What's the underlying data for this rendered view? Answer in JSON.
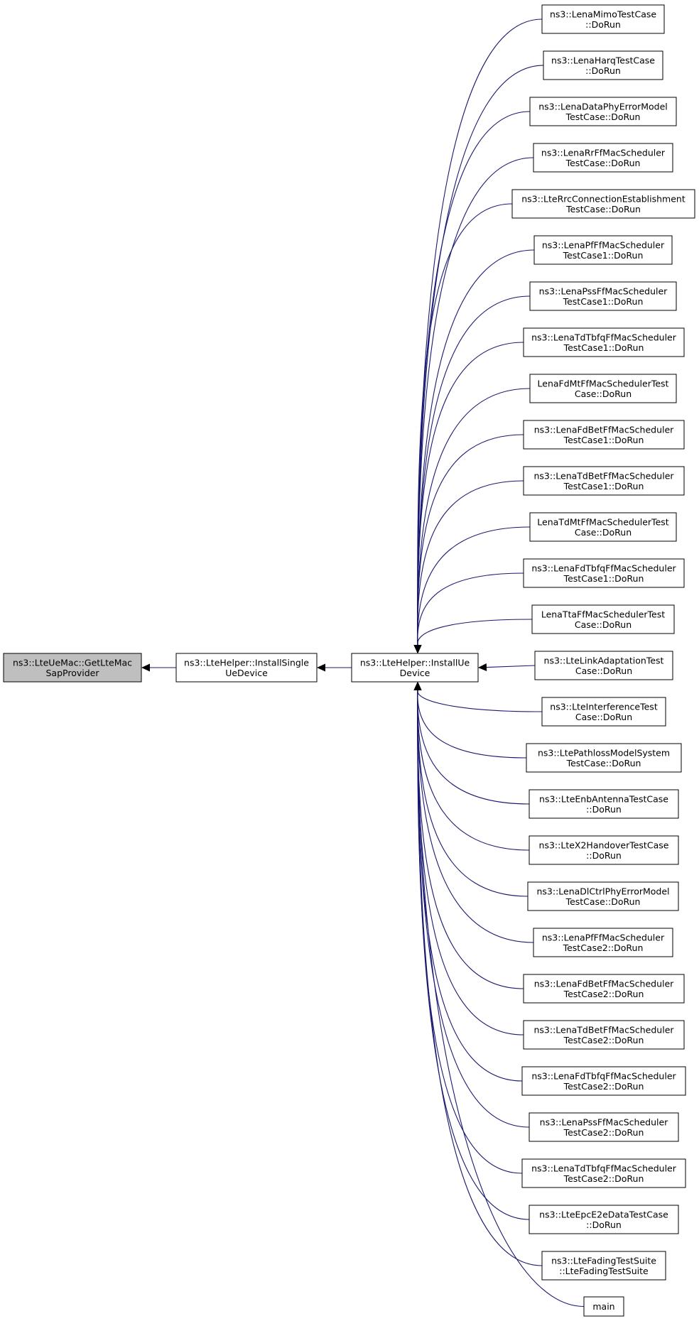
{
  "colors": {
    "edge": "#191970",
    "focus_fill": "#bfbfbf",
    "node_fill": "#ffffff",
    "node_border": "#000000"
  },
  "nodes": {
    "focus": [
      "ns3::LteUeMac::GetLteMac",
      "SapProvider"
    ],
    "install_single": [
      "ns3::LteHelper::InstallSingle",
      "UeDevice"
    ],
    "install_ue": [
      "ns3::LteHelper::InstallUe",
      "Device"
    ]
  },
  "callers": [
    [
      "ns3::LenaMimoTestCase",
      "::DoRun"
    ],
    [
      "ns3::LenaHarqTestCase",
      "::DoRun"
    ],
    [
      "ns3::LenaDataPhyErrorModel",
      "TestCase::DoRun"
    ],
    [
      "ns3::LenaRrFfMacScheduler",
      "TestCase::DoRun"
    ],
    [
      "ns3::LteRrcConnectionEstablishment",
      "TestCase::DoRun"
    ],
    [
      "ns3::LenaPfFfMacScheduler",
      "TestCase1::DoRun"
    ],
    [
      "ns3::LenaPssFfMacScheduler",
      "TestCase1::DoRun"
    ],
    [
      "ns3::LenaTdTbfqFfMacScheduler",
      "TestCase1::DoRun"
    ],
    [
      "LenaFdMtFfMacSchedulerTest",
      "Case::DoRun"
    ],
    [
      "ns3::LenaFdBetFfMacScheduler",
      "TestCase1::DoRun"
    ],
    [
      "ns3::LenaTdBetFfMacScheduler",
      "TestCase1::DoRun"
    ],
    [
      "LenaTdMtFfMacSchedulerTest",
      "Case::DoRun"
    ],
    [
      "ns3::LenaFdTbfqFfMacScheduler",
      "TestCase1::DoRun"
    ],
    [
      "LenaTtaFfMacSchedulerTest",
      "Case::DoRun"
    ],
    [
      "ns3::LteLinkAdaptationTest",
      "Case::DoRun"
    ],
    [
      "ns3::LteInterferenceTest",
      "Case::DoRun"
    ],
    [
      "ns3::LtePathlossModelSystem",
      "TestCase::DoRun"
    ],
    [
      "ns3::LteEnbAntennaTestCase",
      "::DoRun"
    ],
    [
      "ns3::LteX2HandoverTestCase",
      "::DoRun"
    ],
    [
      "ns3::LenaDlCtrlPhyErrorModel",
      "TestCase::DoRun"
    ],
    [
      "ns3::LenaPfFfMacScheduler",
      "TestCase2::DoRun"
    ],
    [
      "ns3::LenaFdBetFfMacScheduler",
      "TestCase2::DoRun"
    ],
    [
      "ns3::LenaTdBetFfMacScheduler",
      "TestCase2::DoRun"
    ],
    [
      "ns3::LenaFdTbfqFfMacScheduler",
      "TestCase2::DoRun"
    ],
    [
      "ns3::LenaPssFfMacScheduler",
      "TestCase2::DoRun"
    ],
    [
      "ns3::LenaTdTbfqFfMacScheduler",
      "TestCase2::DoRun"
    ],
    [
      "ns3::LteEpcE2eDataTestCase",
      "::DoRun"
    ],
    [
      "ns3::LteFadingTestSuite",
      "::LteFadingTestSuite"
    ],
    [
      "main"
    ]
  ]
}
